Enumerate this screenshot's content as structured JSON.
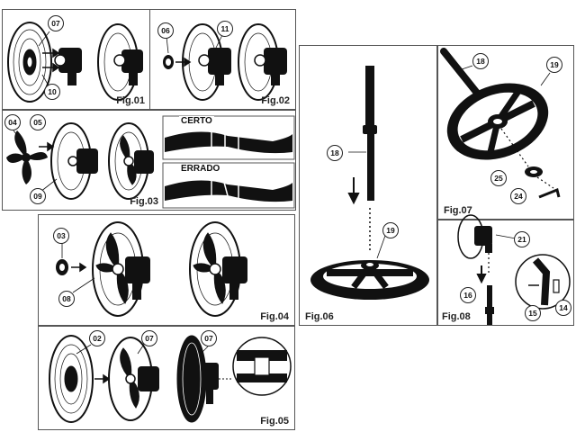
{
  "figures": {
    "fig01": {
      "label": "Fig.01",
      "parts": [
        "07",
        "10"
      ]
    },
    "fig02": {
      "label": "Fig.02",
      "parts": [
        "06",
        "11"
      ]
    },
    "fig03": {
      "label": "Fig.03",
      "parts": [
        "04",
        "05",
        "09"
      ],
      "correct": "CERTO",
      "wrong": "ERRADO"
    },
    "fig04": {
      "label": "Fig.04",
      "parts": [
        "03",
        "08"
      ]
    },
    "fig05": {
      "label": "Fig.05",
      "parts": [
        "02",
        "07",
        "07"
      ]
    },
    "fig06": {
      "label": "Fig.06",
      "parts": [
        "18",
        "19"
      ]
    },
    "fig07": {
      "label": "Fig.07",
      "parts": [
        "18",
        "19",
        "25",
        "24"
      ]
    },
    "fig08": {
      "label": "Fig.08",
      "parts": [
        "21",
        "16",
        "15",
        "14"
      ]
    }
  }
}
